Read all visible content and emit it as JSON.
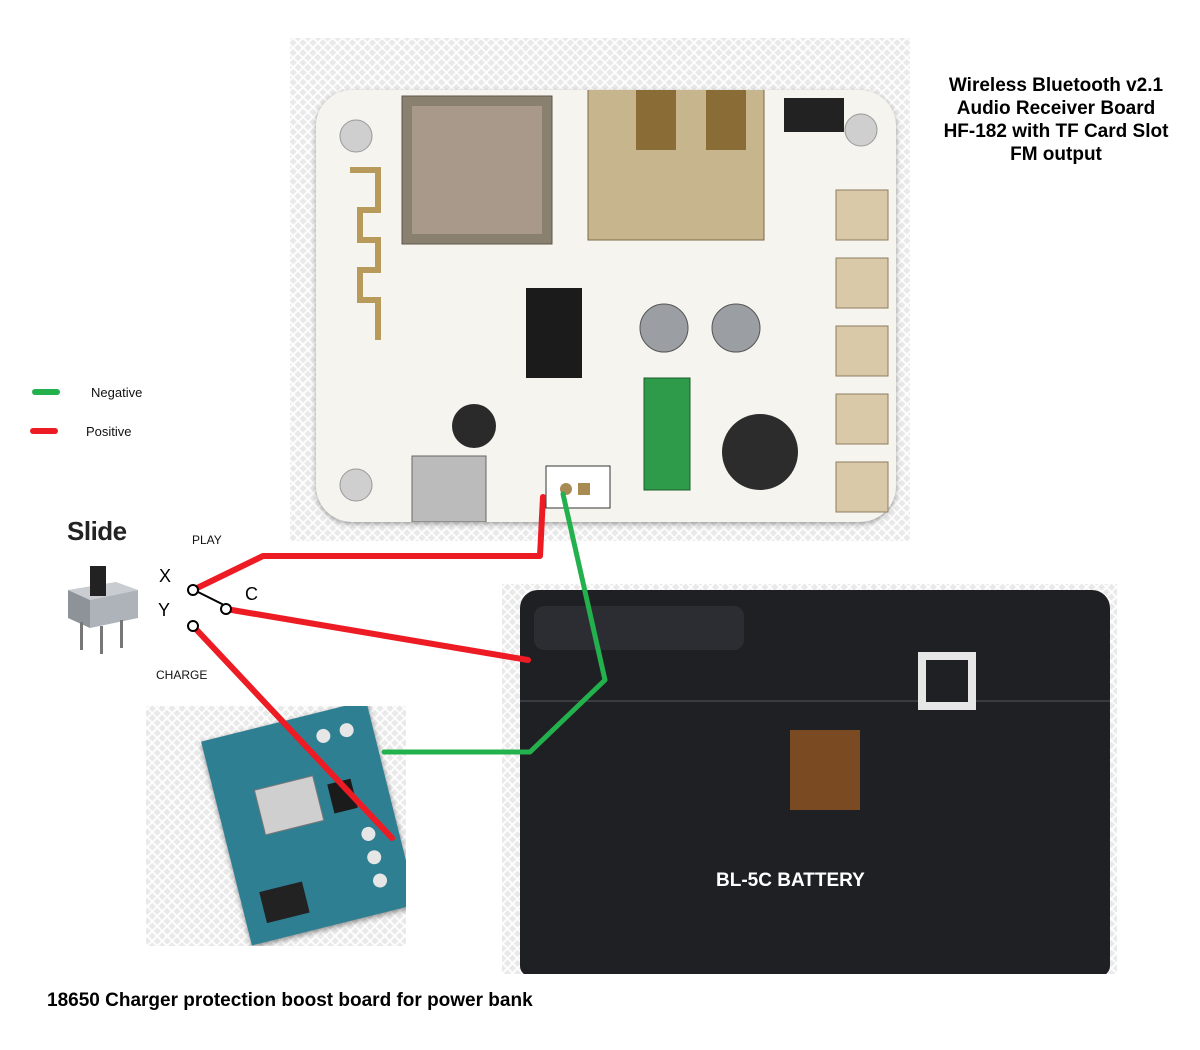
{
  "title_lines": [
    "Wireless Bluetooth v2.1",
    "Audio Receiver Board",
    "HF-182 with TF Card Slot",
    "FM output"
  ],
  "legend": {
    "negative": "Negative",
    "positive": "Positive",
    "negative_color": "#22b14c",
    "positive_color": "#ed1c24"
  },
  "switch": {
    "title": "Slide",
    "play_label": "PLAY",
    "charge_label": "CHARGE",
    "pin_x": "X",
    "pin_y": "Y",
    "pin_c": "C"
  },
  "battery_label": "BL-5C BATTERY",
  "footer": "18650 Charger protection boost board for power bank"
}
